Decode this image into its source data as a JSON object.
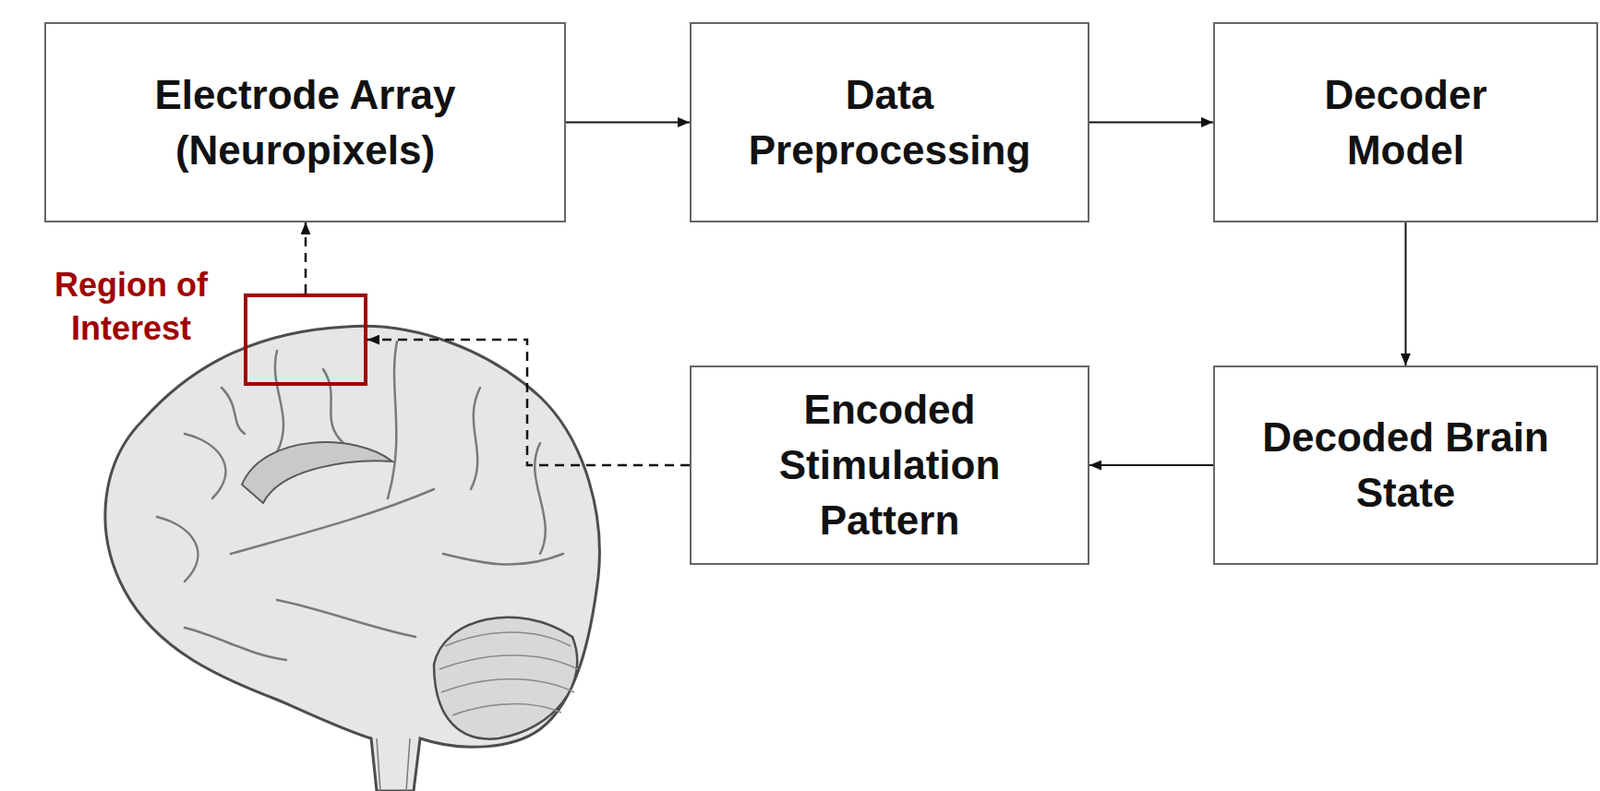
{
  "diagram": {
    "nodes": [
      {
        "text": [
          "Electrode Array (Neuropixels)"
        ]
      },
      {
        "text": [
          "Data Preprocessing"
        ]
      },
      {
        "text": [
          "Decoder Model"
        ]
      },
      {
        "text": [
          "Region of Interest"
        ]
      },
      {
        "text": [
          "Encoded Stimulation Pattern"
        ]
      },
      {
        "text": [
          "Decoded Brain State"
        ]
      }
    ],
    "edges": [
      {
        "from": 0,
        "to": 1,
        "arrow": "to"
      },
      {
        "from": 1,
        "to": 2,
        "arrow": "to"
      },
      {
        "from": 2,
        "to": 5,
        "arrow": "to"
      },
      {
        "from": 5,
        "to": 4,
        "arrow": "to"
      },
      {
        "from": 4,
        "to": 3,
        "arrow": "to"
      },
      {
        "from": 3,
        "to": 0,
        "arrow": "to"
      }
    ]
  }
}
